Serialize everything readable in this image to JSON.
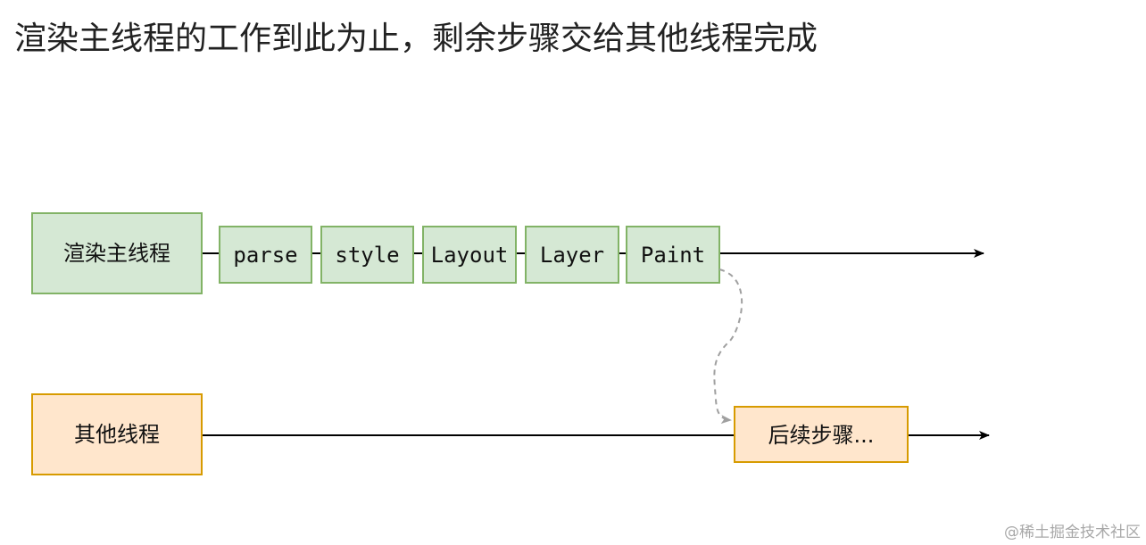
{
  "title": "渲染主线程的工作到此为止，剩余步骤交给其他线程完成",
  "colors": {
    "main_fill": "#d5e8d4",
    "main_stroke": "#82b366",
    "other_fill": "#ffe6cc",
    "other_stroke": "#d79b00",
    "flow_line": "#000000",
    "handoff_line": "#a0a0a0"
  },
  "lanes": {
    "main": {
      "label": "渲染主线程",
      "steps": [
        "parse",
        "style",
        "Layout",
        "Layer",
        "Paint"
      ]
    },
    "other": {
      "label": "其他线程",
      "step": "后续步骤..."
    }
  },
  "watermark": "@稀土掘金技术社区"
}
